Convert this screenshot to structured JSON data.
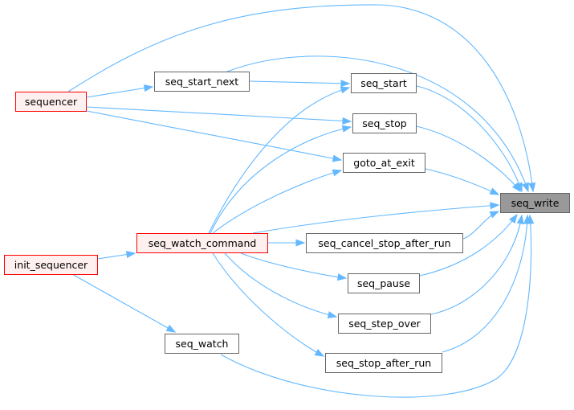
{
  "colors": {
    "edge": "#63b8ff",
    "node_border": "#666666",
    "target_fill": "#999999",
    "caller_highlight_border": "#ff0000",
    "caller_highlight_fill": "#fff0f0"
  },
  "nodes": {
    "seq_write": "seq_write",
    "seq_start": "seq_start",
    "seq_stop": "seq_stop",
    "goto_at_exit": "goto_at_exit",
    "seq_cancel_stop_after_run": "seq_cancel_stop_after_run",
    "seq_pause": "seq_pause",
    "seq_step_over": "seq_step_over",
    "seq_stop_after_run": "seq_stop_after_run",
    "seq_start_next": "seq_start_next",
    "seq_watch_command": "seq_watch_command",
    "seq_watch": "seq_watch",
    "sequencer": "sequencer",
    "init_sequencer": "init_sequencer"
  },
  "edges": [
    [
      "seq_start",
      "seq_write"
    ],
    [
      "seq_stop",
      "seq_write"
    ],
    [
      "goto_at_exit",
      "seq_write"
    ],
    [
      "seq_cancel_stop_after_run",
      "seq_write"
    ],
    [
      "seq_pause",
      "seq_write"
    ],
    [
      "seq_step_over",
      "seq_write"
    ],
    [
      "seq_stop_after_run",
      "seq_write"
    ],
    [
      "seq_start_next",
      "seq_write"
    ],
    [
      "seq_watch_command",
      "seq_write"
    ],
    [
      "seq_watch",
      "seq_write"
    ],
    [
      "sequencer",
      "seq_write"
    ],
    [
      "seq_start_next",
      "seq_start"
    ],
    [
      "seq_watch_command",
      "seq_start"
    ],
    [
      "sequencer",
      "seq_stop"
    ],
    [
      "seq_watch_command",
      "seq_stop"
    ],
    [
      "sequencer",
      "goto_at_exit"
    ],
    [
      "seq_watch_command",
      "goto_at_exit"
    ],
    [
      "seq_watch_command",
      "seq_cancel_stop_after_run"
    ],
    [
      "seq_watch_command",
      "seq_pause"
    ],
    [
      "seq_watch_command",
      "seq_step_over"
    ],
    [
      "seq_watch_command",
      "seq_stop_after_run"
    ],
    [
      "sequencer",
      "seq_start_next"
    ],
    [
      "init_sequencer",
      "seq_watch_command"
    ],
    [
      "init_sequencer",
      "seq_watch"
    ]
  ]
}
